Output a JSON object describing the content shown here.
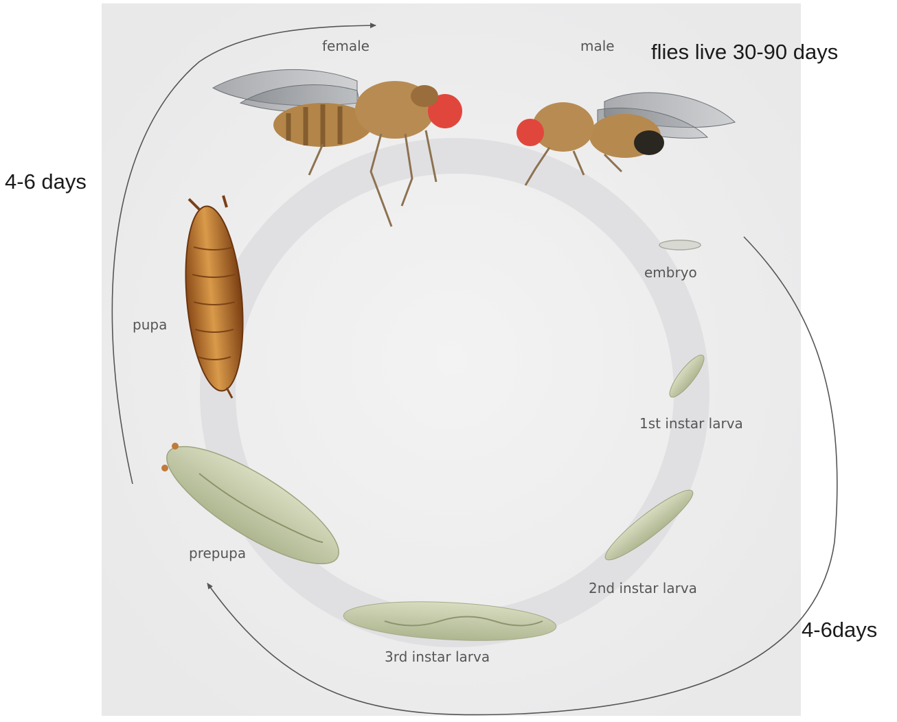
{
  "diagram": {
    "stages": {
      "female": "female",
      "male": "male",
      "embryo": "embryo",
      "first_instar": "1st instar larva",
      "second_instar": "2nd instar larva",
      "third_instar": "3rd instar larva",
      "prepupa": "prepupa",
      "pupa": "pupa"
    },
    "annotations": {
      "lifespan": "flies live 30-90 days",
      "pupal_duration": "4-6 days",
      "larval_duration": "4-6days"
    },
    "colors": {
      "panel": "#efefef",
      "ring": "#e2e2e4",
      "arrow": "#555555",
      "fly_body": "#b58a4e",
      "fly_eye": "#e0463c",
      "pupa": "#c0782e",
      "larva": "#c7cfa8"
    }
  }
}
